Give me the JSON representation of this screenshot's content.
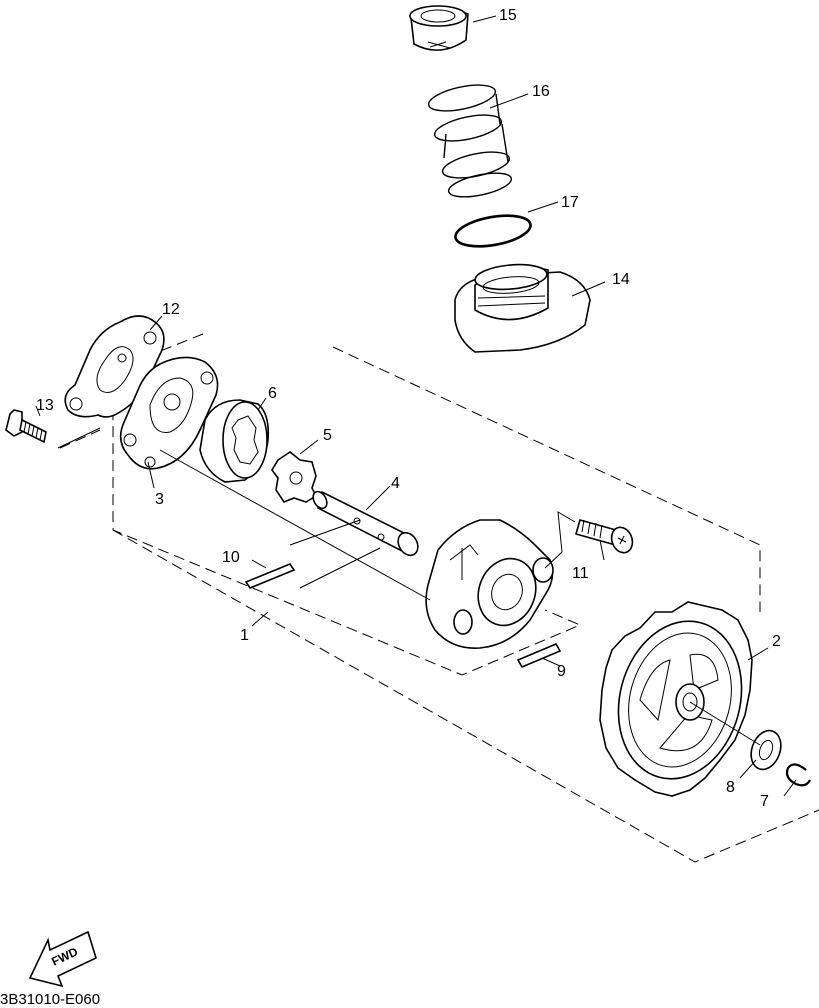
{
  "callouts": [
    "1",
    "2",
    "3",
    "4",
    "5",
    "6",
    "7",
    "8",
    "9",
    "10",
    "11",
    "12",
    "13",
    "14",
    "15",
    "16",
    "17"
  ],
  "fwd_label": "FWD",
  "drawing_code": "3B31010-E060"
}
